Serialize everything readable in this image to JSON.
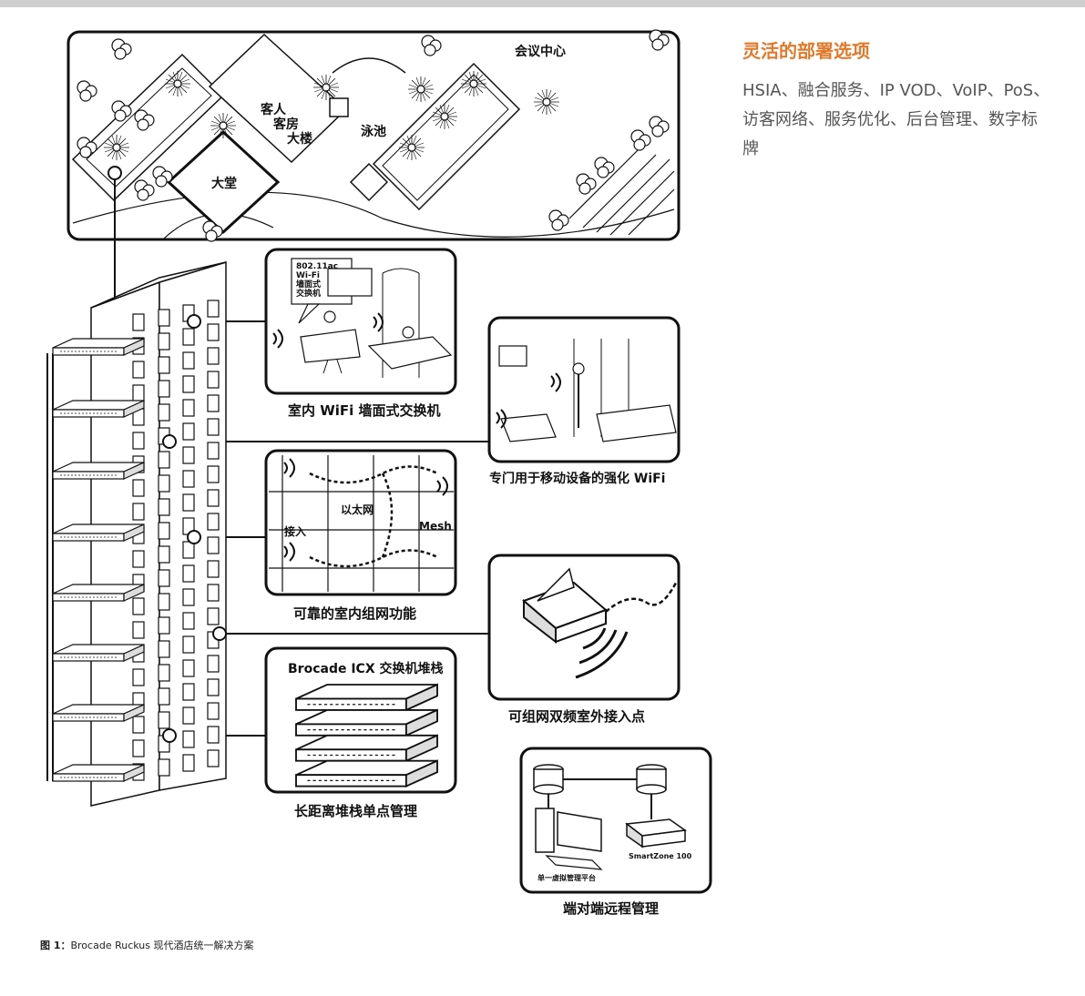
{
  "side": {
    "title": "灵活的部署选项",
    "body": "HSIA、融合服务、IP VOD、VoIP、PoS、访客网络、服务优化、后台管理、数字标牌"
  },
  "map": {
    "conference": "会议中心",
    "guest_line1": "客人",
    "guest_line2": "客房",
    "guest_line3": "大楼",
    "pool": "泳池",
    "lobby": "大堂"
  },
  "panels": {
    "wall_switch": {
      "caption": "室内 WiFi 墙面式交换机",
      "callout": [
        "802.11ac",
        "Wi-Fi",
        "墙面式",
        "交换机"
      ]
    },
    "mobile_wifi": {
      "caption": "专门用于移动设备的强化 WiFi"
    },
    "mesh": {
      "caption": "可靠的室内组网功能",
      "access": "接入",
      "ethernet": "以太网",
      "mesh": "Mesh"
    },
    "outdoor_ap": {
      "caption": "可组网双频室外接入点"
    },
    "icx": {
      "caption": "长距离堆栈单点管理",
      "title": "Brocade ICX 交换机堆栈"
    },
    "remote": {
      "caption": "端对端远程管理",
      "smartzone": "SmartZone 100",
      "console": "单一虚拟管理平台"
    }
  },
  "figure": {
    "label": "图 1：",
    "text": "Brocade Ruckus 现代酒店统一解决方案"
  },
  "colors": {
    "accent": "#e0792b",
    "ink": "#111111",
    "body_text": "#555555"
  }
}
